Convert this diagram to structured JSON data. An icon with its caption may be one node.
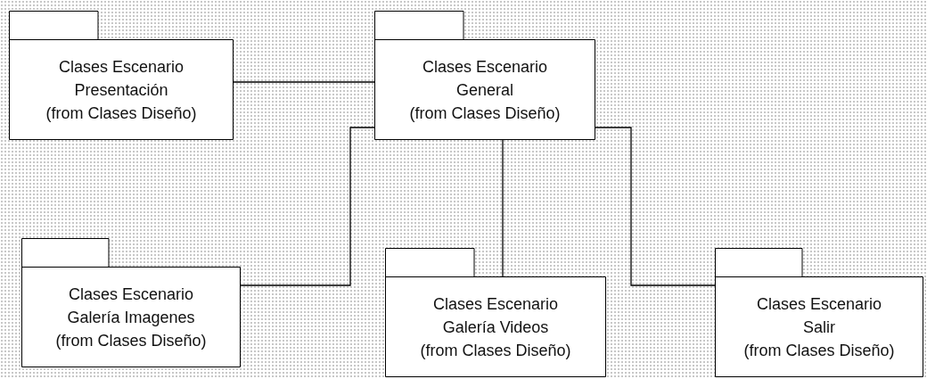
{
  "diagram": {
    "nodes": [
      {
        "text": [
          "Clases Escenario Presentación",
          "(from Clases Diseño)"
        ]
      },
      {
        "text": [
          "Clases Escenario General",
          "(from Clases Diseño)"
        ]
      },
      {
        "text": [
          "Clases Escenario Galería Imagenes",
          "(from Clases Diseño)"
        ]
      },
      {
        "text": [
          "Clases Escenario Galería Videos",
          "(from Clases Diseño)"
        ]
      },
      {
        "text": [
          "Clases Escenario Salir",
          "(from Clases Diseño)"
        ]
      }
    ],
    "edges": [
      {
        "from": 0,
        "to": 1,
        "arrow": "none"
      },
      {
        "from": 1,
        "to": 2,
        "arrow": "none"
      },
      {
        "from": 1,
        "to": 3,
        "arrow": "none"
      },
      {
        "from": 1,
        "to": 4,
        "arrow": "none"
      }
    ]
  }
}
